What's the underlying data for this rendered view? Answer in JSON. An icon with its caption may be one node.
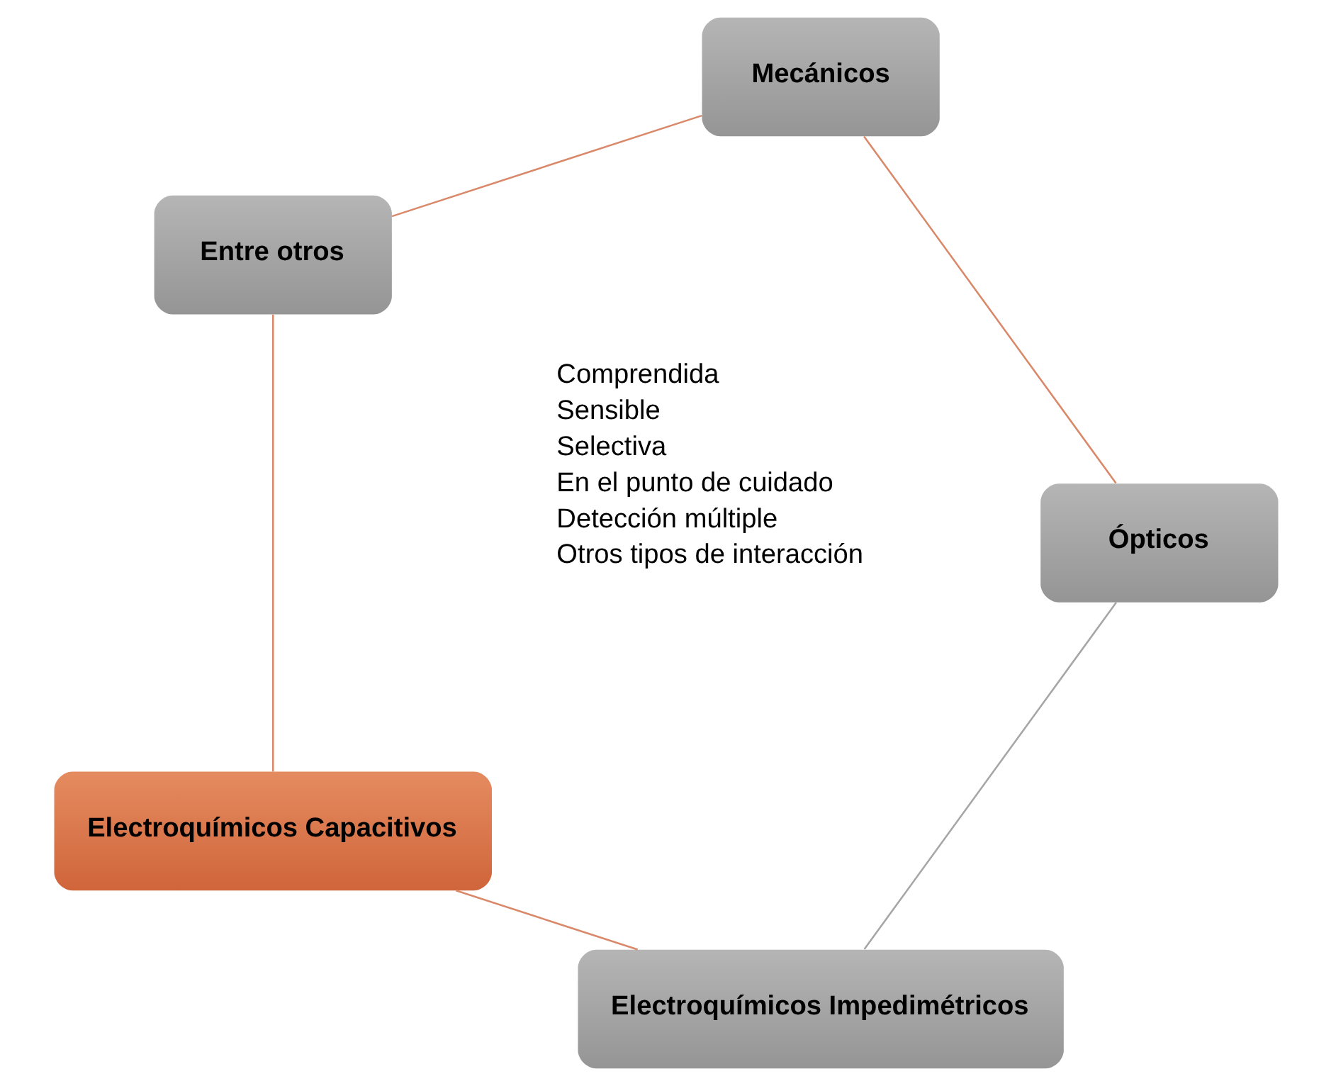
{
  "diagram": {
    "nodes": [
      {
        "text": [
          "Electroquímicos Impedimétricos"
        ]
      },
      {
        "text": [
          "Ópticos"
        ]
      },
      {
        "text": [
          "Electroquímicos Capacitivos"
        ]
      },
      {
        "text": [
          "Mecánicos"
        ]
      },
      {
        "text": [
          "Entre otros"
        ]
      }
    ],
    "edges": [
      {
        "from": 0,
        "to": 2,
        "arrow": "none"
      },
      {
        "from": 2,
        "to": 4,
        "arrow": "none"
      },
      {
        "from": 4,
        "to": 3,
        "arrow": "none"
      },
      {
        "from": 3,
        "to": 1,
        "arrow": "none"
      },
      {
        "from": 1,
        "to": 0,
        "arrow": "none",
        "color": "#a6a6a6"
      }
    ],
    "labels": [
      "Comprendida",
      "Sensible",
      "Selectiva",
      "En el punto de cuidado",
      "Detección múltiple",
      "Otros tipos de interacción"
    ]
  }
}
